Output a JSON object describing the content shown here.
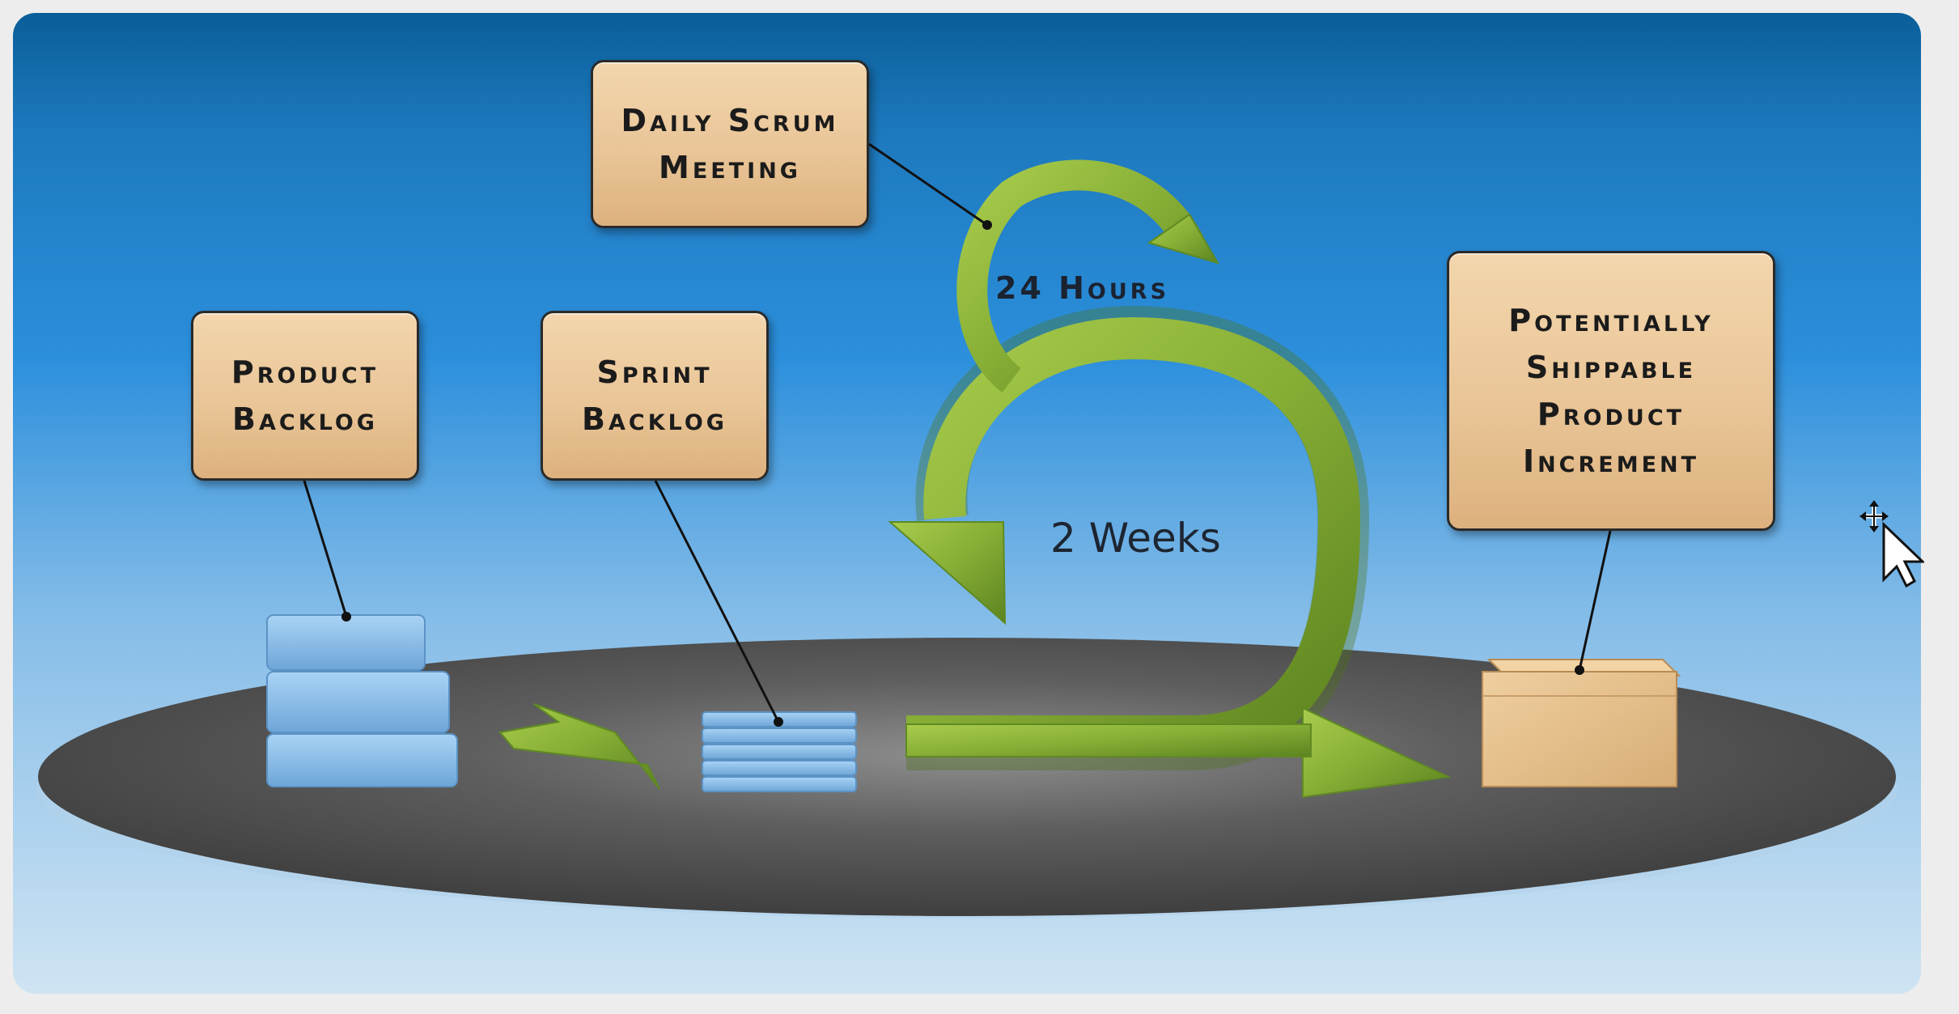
{
  "diagram": {
    "nodes": {
      "product_backlog": {
        "lines": [
          "Product",
          "Backlog"
        ]
      },
      "sprint_backlog": {
        "lines": [
          "Sprint",
          "Backlog"
        ]
      },
      "daily_scrum": {
        "lines": [
          "Daily Scrum",
          "Meeting"
        ]
      },
      "increment": {
        "lines": [
          "Potentially",
          "Shippable",
          "Product",
          "Increment"
        ]
      }
    },
    "cycle_labels": {
      "daily": "24 Hours",
      "sprint": "2 Weeks"
    },
    "colors": {
      "background_top": "#0a5e99",
      "background_mid": "#2c8fdc",
      "background_bottom": "#cfe4f3",
      "label_fill": "#e9c597",
      "arrow_green": "#8ab33a",
      "backlog_blue": "#8fc1ea",
      "platform_gray": "#5a5a5a",
      "box_tan": "#e6c08a"
    },
    "icons": [
      "move-cursor-icon"
    ]
  }
}
